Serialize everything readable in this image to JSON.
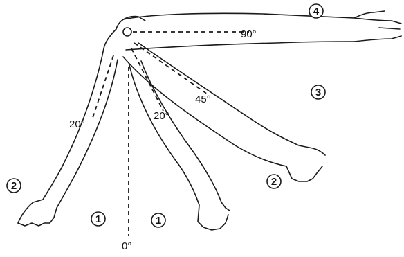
{
  "figure": {
    "angles": {
      "a0": "0°",
      "a20_left": "20°",
      "a20_right": "20°",
      "a45": "45°",
      "a90": "90°"
    },
    "positions": {
      "p1_left": "1",
      "p1_right": "1",
      "p2_left": "2",
      "p2_right": "2",
      "p3": "3",
      "p4": "4"
    }
  }
}
